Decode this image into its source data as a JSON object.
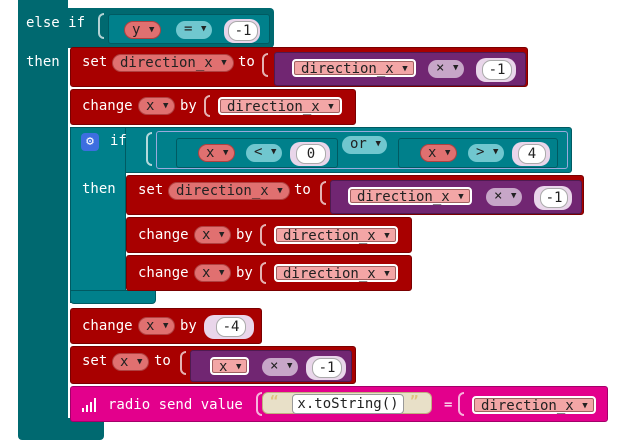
{
  "else_if": {
    "keyword": "else if",
    "then": "then",
    "cond_var": "y",
    "cond_op": "=",
    "cond_val": "-1"
  },
  "set1": {
    "keyword": "set",
    "var": "direction_x",
    "to": "to",
    "rhs_var": "direction_x",
    "rhs_op": "×",
    "rhs_val": "-1"
  },
  "change1": {
    "keyword": "change",
    "var": "x",
    "by": "by",
    "value": "direction_x"
  },
  "if_block": {
    "keyword": "if",
    "then": "then",
    "left_var": "x",
    "left_op": "<",
    "left_val": "0",
    "join": "or",
    "right_var": "x",
    "right_op": ">",
    "right_val": "4"
  },
  "set2": {
    "keyword": "set",
    "var": "direction_x",
    "to": "to",
    "rhs_var": "direction_x",
    "rhs_op": "×",
    "rhs_val": "-1"
  },
  "change2": {
    "keyword": "change",
    "var": "x",
    "by": "by",
    "value": "direction_x"
  },
  "change3": {
    "keyword": "change",
    "var": "x",
    "by": "by",
    "value": "direction_x"
  },
  "change4": {
    "keyword": "change",
    "var": "x",
    "by": "by",
    "value": "-4"
  },
  "set3": {
    "keyword": "set",
    "var": "x",
    "to": "to",
    "rhs_var": "x",
    "rhs_op": "×",
    "rhs_val": "-1"
  },
  "radio": {
    "label": "radio send value",
    "string": "x.toString()",
    "eq": "=",
    "value_var": "direction_x",
    "quote_open": "“",
    "quote_close": "”",
    "icon": "signal-icon"
  },
  "colors": {
    "logic": "#006970",
    "variables": "#A80000",
    "math": "#712672",
    "compare": "#00808B",
    "radio": "#E3008C"
  }
}
